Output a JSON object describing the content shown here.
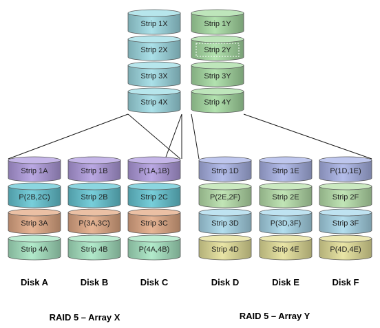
{
  "colors": {
    "connector": "#1a1a1a",
    "cylinder_outline": "#5a5a5a",
    "cyan": "#9fdde6",
    "green": "#a8dea4",
    "purple": "#b29de0",
    "teal": "#66c8d6",
    "orange": "#e4ab86",
    "mint": "#a8e7c4",
    "periwinkle": "#aab4e8",
    "sage": "#b9e2ac",
    "sky": "#a9d9ec",
    "yellow": "#e6e29a"
  },
  "top_stacks": [
    {
      "id": "x",
      "strips": [
        {
          "label": "Strip 1X",
          "color": "cyan",
          "parity": false
        },
        {
          "label": "Strip 2X",
          "color": "cyan",
          "parity": false
        },
        {
          "label": "Strip 3X",
          "color": "cyan",
          "parity": false
        },
        {
          "label": "Strip 4X",
          "color": "cyan",
          "parity": false
        }
      ]
    },
    {
      "id": "y",
      "strips": [
        {
          "label": "Strip 1Y",
          "color": "green",
          "parity": false
        },
        {
          "label": "Strip 2Y",
          "color": "green",
          "parity": true
        },
        {
          "label": "Strip 3Y",
          "color": "green",
          "parity": false
        },
        {
          "label": "Strip 4Y",
          "color": "green",
          "parity": false
        }
      ]
    }
  ],
  "disks": [
    {
      "name": "Disk A",
      "strips": [
        {
          "label": "Strip 1A",
          "color": "purple"
        },
        {
          "label": "P(2B,2C)",
          "color": "teal"
        },
        {
          "label": "Strip 3A",
          "color": "orange"
        },
        {
          "label": "Strip 4A",
          "color": "mint"
        }
      ]
    },
    {
      "name": "Disk B",
      "strips": [
        {
          "label": "Strip 1B",
          "color": "purple"
        },
        {
          "label": "Strip 2B",
          "color": "teal"
        },
        {
          "label": "P(3A,3C)",
          "color": "orange"
        },
        {
          "label": "Strip 4B",
          "color": "mint"
        }
      ]
    },
    {
      "name": "Disk C",
      "strips": [
        {
          "label": "P(1A,1B)",
          "color": "purple"
        },
        {
          "label": "Strip 2C",
          "color": "teal"
        },
        {
          "label": "Strip 3C",
          "color": "orange"
        },
        {
          "label": "P(4A,4B)",
          "color": "mint"
        }
      ]
    },
    {
      "name": "Disk D",
      "strips": [
        {
          "label": "Strip 1D",
          "color": "periwinkle"
        },
        {
          "label": "P(2E,2F)",
          "color": "sage"
        },
        {
          "label": "Strip 3D",
          "color": "sky"
        },
        {
          "label": "Strip 4D",
          "color": "yellow"
        }
      ]
    },
    {
      "name": "Disk E",
      "strips": [
        {
          "label": "Strip 1E",
          "color": "periwinkle"
        },
        {
          "label": "Strip 2E",
          "color": "sage"
        },
        {
          "label": "P(3D,3F)",
          "color": "sky"
        },
        {
          "label": "Strip 4E",
          "color": "yellow"
        }
      ]
    },
    {
      "name": "Disk F",
      "strips": [
        {
          "label": "P(1D,1E)",
          "color": "periwinkle"
        },
        {
          "label": "Strip 2F",
          "color": "sage"
        },
        {
          "label": "Strip 3F",
          "color": "sky"
        },
        {
          "label": "P(4D,4E)",
          "color": "yellow"
        }
      ]
    }
  ],
  "arrays": [
    {
      "label": "RAID 5 – Array X"
    },
    {
      "label": "RAID 5 – Array Y"
    }
  ]
}
